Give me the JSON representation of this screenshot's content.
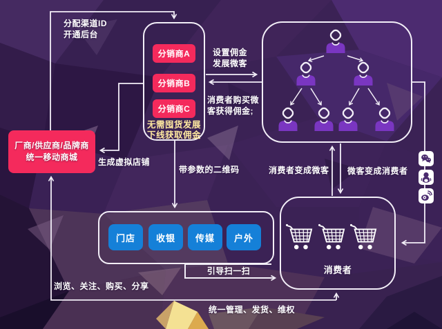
{
  "labels": {
    "assign": [
      "分配渠道ID",
      "开通后台"
    ],
    "manufacturer": [
      "厂商/供应商/品牌商",
      "统一移动商城"
    ],
    "distributors": [
      "分销商A",
      "分销商B",
      "分销商C"
    ],
    "distributor_note": [
      "无需囤货发展",
      "下线获取佣金"
    ],
    "set_commission": [
      "设置佣金",
      "发展微客"
    ],
    "purchase_commission": [
      "消费者购买微",
      "客获得佣金;"
    ],
    "virtual_shop": "生成虚拟店铺",
    "qrcode": "带参数的二维码",
    "consumer_to_weike": "消费者变成微客",
    "weike_to_consumer": "微客变成消费者",
    "channels": [
      "门店",
      "收银",
      "传媒",
      "户外"
    ],
    "guide_scan": "引导扫一扫",
    "consumer": "消费者",
    "browse": "浏览、关注、购买、分享",
    "manage": "统一管理、发货、维权"
  },
  "icons": {
    "social": [
      "wechat-icon",
      "qq-icon",
      "weibo-icon"
    ],
    "tree_person_count": 7,
    "cart_count": 3
  },
  "colors": {
    "accent_red": "#f42a5c",
    "accent_blue": "#1580d8",
    "person_purple": "#7a36c1",
    "note_yellow": "#ffe9a0",
    "line_white": "#f3eff8",
    "background_purple": "#3b2255"
  }
}
